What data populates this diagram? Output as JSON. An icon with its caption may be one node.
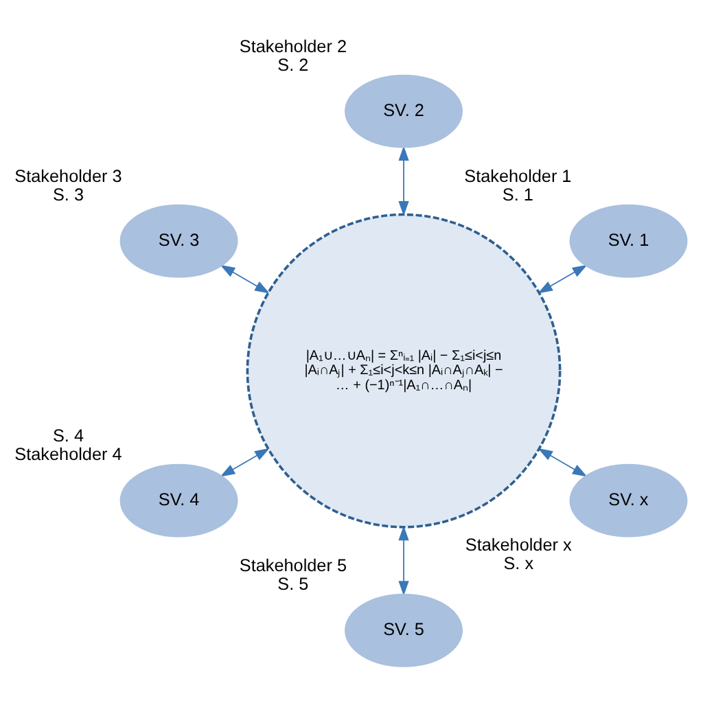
{
  "diagram": {
    "nodes": [
      {
        "text": [
          "|A₁∪…∪Aₙ| = Σⁿᵢ₌₁ |Aᵢ| − Σ₁≤i<j≤n |Aᵢ∩Aⱼ| + Σ₁≤i<j<k≤n |Aᵢ∩Aⱼ∩Aₖ| − … + (−1)ⁿ⁻¹|A₁∩…∩Aₙ|"
        ]
      },
      {
        "text": [
          "SV. 1"
        ],
        "beside": [
          "Stakeholder 1",
          "S. 1"
        ]
      },
      {
        "text": [
          "SV. 2"
        ],
        "beside": [
          "Stakeholder 2",
          "S. 2"
        ]
      },
      {
        "text": [
          "SV. 3"
        ],
        "beside": [
          "Stakeholder 3",
          "S. 3"
        ]
      },
      {
        "text": [
          "SV. 4"
        ],
        "beside": [
          "S. 4",
          "Stakeholder 4"
        ]
      },
      {
        "text": [
          "SV. 5"
        ],
        "beside": [
          "Stakeholder 5",
          "S. 5"
        ]
      },
      {
        "text": [
          "SV. x"
        ],
        "beside": [
          "Stakeholder x",
          "S. x"
        ]
      }
    ],
    "edges": [
      {
        "from": 0,
        "to": 1,
        "arrow": "both"
      },
      {
        "from": 0,
        "to": 2,
        "arrow": "both"
      },
      {
        "from": 0,
        "to": 3,
        "arrow": "both"
      },
      {
        "from": 0,
        "to": 4,
        "arrow": "both"
      },
      {
        "from": 0,
        "to": 5,
        "arrow": "both"
      },
      {
        "from": 0,
        "to": 6,
        "arrow": "both"
      }
    ]
  }
}
